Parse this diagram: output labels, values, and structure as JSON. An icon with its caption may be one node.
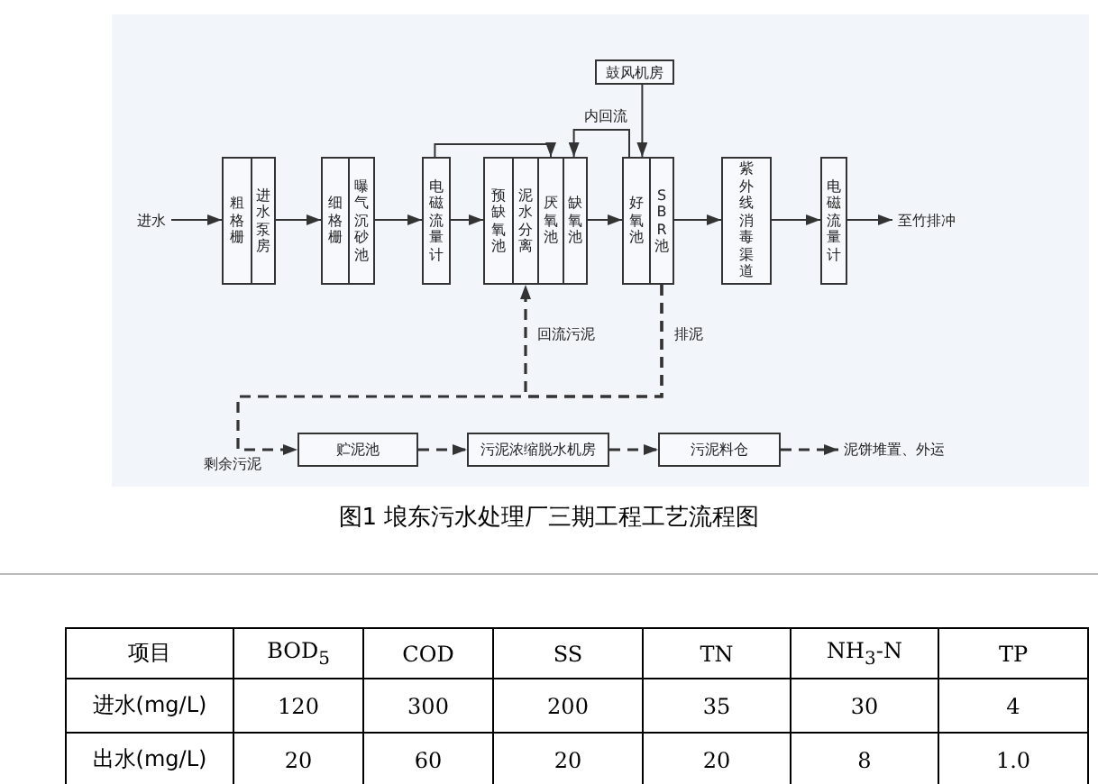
{
  "diagram": {
    "caption": "图1 埌东污水处理厂三期工程工艺流程图",
    "nodes": [
      {
        "text": [
          "进水"
        ]
      },
      {
        "text": [
          "粗格栅"
        ]
      },
      {
        "text": [
          "进水泵房"
        ]
      },
      {
        "text": [
          "细格栅"
        ]
      },
      {
        "text": [
          "曝气沉砂池"
        ]
      },
      {
        "text": [
          "电磁流量计"
        ]
      },
      {
        "text": [
          "预缺氧池"
        ]
      },
      {
        "text": [
          "泥水分离"
        ]
      },
      {
        "text": [
          "厌氧池"
        ]
      },
      {
        "text": [
          "缺氧池"
        ]
      },
      {
        "text": [
          "鼓风机房"
        ]
      },
      {
        "text": [
          "好氧池"
        ]
      },
      {
        "text": [
          "SBR池"
        ]
      },
      {
        "text": [
          "紫外线消毒渠道"
        ]
      },
      {
        "text": [
          "电磁流量计"
        ]
      },
      {
        "text": [
          "至竹排冲"
        ]
      },
      {
        "text": [
          "贮泥池"
        ]
      },
      {
        "text": [
          "污泥浓缩脱水机房"
        ]
      },
      {
        "text": [
          "污泥料仓"
        ]
      },
      {
        "text": [
          "泥饼堆置、外运"
        ]
      }
    ],
    "edges": [
      {
        "from": 0,
        "to": 1,
        "arrow": "to"
      },
      {
        "from": 2,
        "to": 3,
        "arrow": "to"
      },
      {
        "from": 4,
        "to": 5,
        "arrow": "to"
      },
      {
        "from": 5,
        "to": 6,
        "arrow": "to"
      },
      {
        "from": 5,
        "to": 8,
        "arrow": "to"
      },
      {
        "from": 9,
        "to": 11,
        "arrow": "to"
      },
      {
        "from": 11,
        "to": 9,
        "arrow": "to",
        "label": "内回流"
      },
      {
        "from": 10,
        "to": 11,
        "arrow": "to"
      },
      {
        "from": 12,
        "to": 13,
        "arrow": "to"
      },
      {
        "from": 13,
        "to": 14,
        "arrow": "to"
      },
      {
        "from": 14,
        "to": 15,
        "arrow": "to"
      },
      {
        "from": 12,
        "to": 7,
        "arrow": "to",
        "style": "dashed",
        "label": "回流污泥"
      },
      {
        "from": 12,
        "to": 16,
        "arrow": "to",
        "style": "dashed",
        "label": "剩余污泥"
      },
      {
        "from": 16,
        "to": 17,
        "arrow": "to",
        "style": "dashed"
      },
      {
        "from": 17,
        "to": 18,
        "arrow": "to",
        "style": "dashed"
      },
      {
        "from": 18,
        "to": 19,
        "arrow": "to",
        "style": "dashed"
      }
    ],
    "labels": [
      "排泥",
      "项目",
      "BOD$_{5}$",
      "COD",
      "SS",
      "TN",
      "NH$_{3}$-N",
      "TP",
      "进水(mg/L)",
      "120",
      "300",
      "200",
      "35",
      "30",
      "4",
      "出水(mg/L)",
      "20",
      "60",
      "20",
      "20",
      "8",
      "1.0"
    ]
  }
}
